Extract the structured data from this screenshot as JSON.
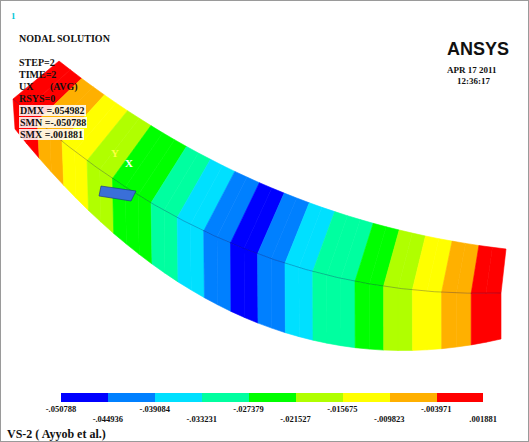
{
  "diagram": {
    "caption": "VS-2 ( Ayyob et al.)",
    "labels": [
      "1",
      "NODAL SOLUTION",
      "STEP=2",
      "TIME=2",
      "UX (AVG)",
      "RSYS=0",
      "DMX =.054982",
      "SMN =-.050788",
      "SMX =.001881",
      "ANSYS",
      "APR 17 2011",
      "12:36:17",
      "Y",
      "X",
      "-.050788",
      "-.044936",
      "-.039084",
      "-.033231",
      "-.027379",
      "-.021527",
      "-.015675",
      "-.009823",
      "-.003971",
      ".001881"
    ]
  }
}
